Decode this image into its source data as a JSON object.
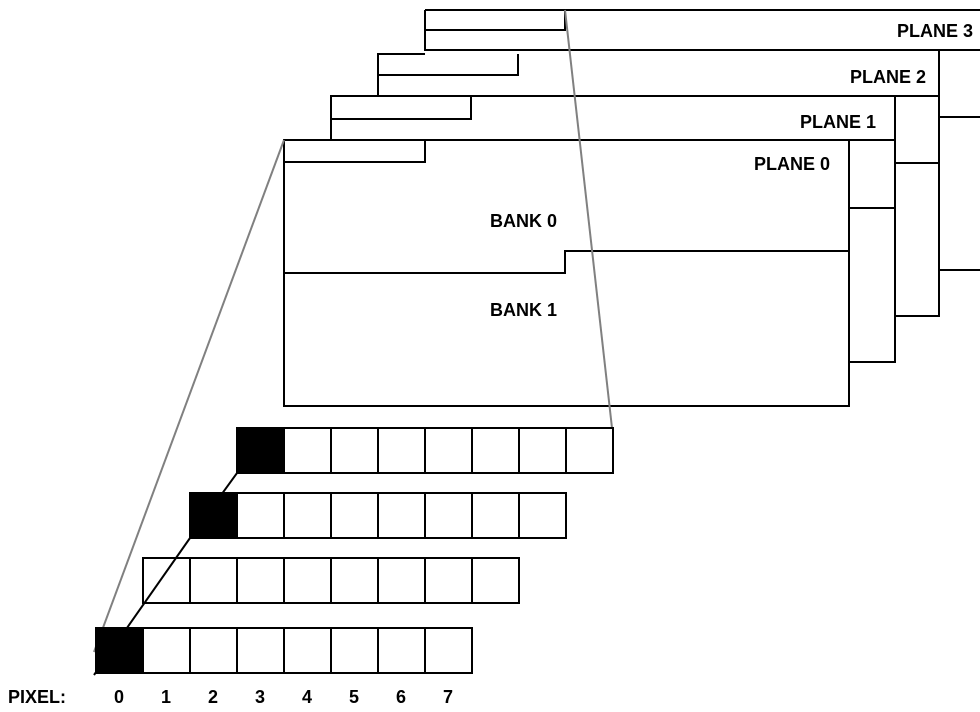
{
  "planes": [
    {
      "label": "PLANE 3"
    },
    {
      "label": "PLANE 2"
    },
    {
      "label": "PLANE 1"
    },
    {
      "label": "PLANE 0"
    }
  ],
  "banks": [
    {
      "label": "BANK 0"
    },
    {
      "label": "BANK 1"
    }
  ],
  "pixel_axis": {
    "label": "PIXEL:",
    "indices": [
      "0",
      "1",
      "2",
      "3",
      "4",
      "5",
      "6",
      "7"
    ]
  },
  "bit_rows": [
    {
      "filled": [
        true,
        false,
        false,
        false,
        false,
        false,
        false,
        false
      ]
    },
    {
      "filled": [
        true,
        false,
        false,
        false,
        false,
        false,
        false,
        false
      ]
    },
    {
      "filled": [
        false,
        false,
        false,
        false,
        false,
        false,
        false,
        false
      ]
    },
    {
      "filled": [
        true,
        false,
        false,
        false,
        false,
        false,
        false,
        false
      ]
    }
  ],
  "colors": {
    "stroke": "#000000",
    "fill": "#000000",
    "guide": "#808080",
    "background": "#ffffff"
  }
}
